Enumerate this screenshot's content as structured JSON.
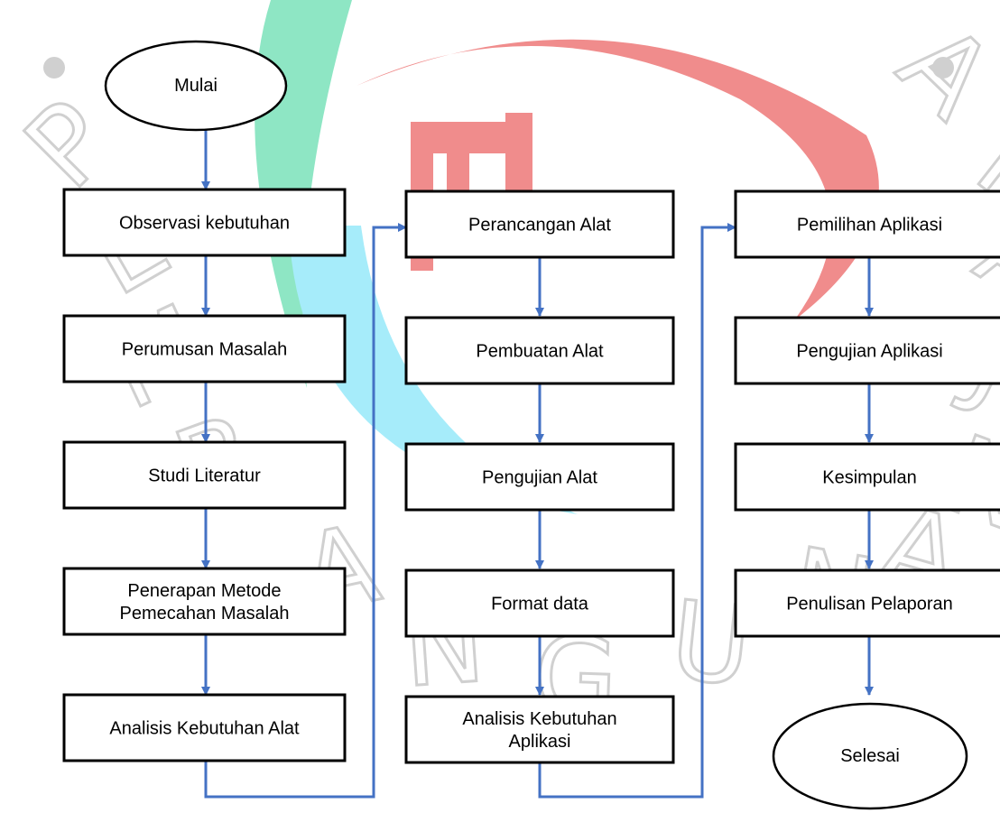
{
  "colors": {
    "arrow": "#4472C4",
    "box_stroke": "#000000",
    "watermark_red": "#F08C8C",
    "watermark_teal": "#8EE6C4",
    "watermark_cyan": "#A6ECFA",
    "watermark_gray": "#D0D0D0"
  },
  "watermark": {
    "letters": [
      "P",
      "E",
      "M",
      "B",
      "A",
      "N",
      "G",
      "U",
      "N",
      "A",
      "N",
      "J",
      "A",
      "Y",
      "A"
    ]
  },
  "flow": {
    "start": "Mulai",
    "end": "Selesai",
    "column1": [
      "Observasi kebutuhan",
      "Perumusan Masalah",
      "Studi Literatur",
      [
        "Penerapan Metode",
        "Pemecahan Masalah"
      ],
      "Analisis Kebutuhan Alat"
    ],
    "column2": [
      "Perancangan Alat",
      "Pembuatan Alat",
      "Pengujian Alat",
      "Format data",
      [
        "Analisis Kebutuhan",
        "Aplikasi"
      ]
    ],
    "column3": [
      "Pemilihan Aplikasi",
      "Pengujian Aplikasi",
      "Kesimpulan",
      "Penulisan Pelaporan"
    ]
  }
}
